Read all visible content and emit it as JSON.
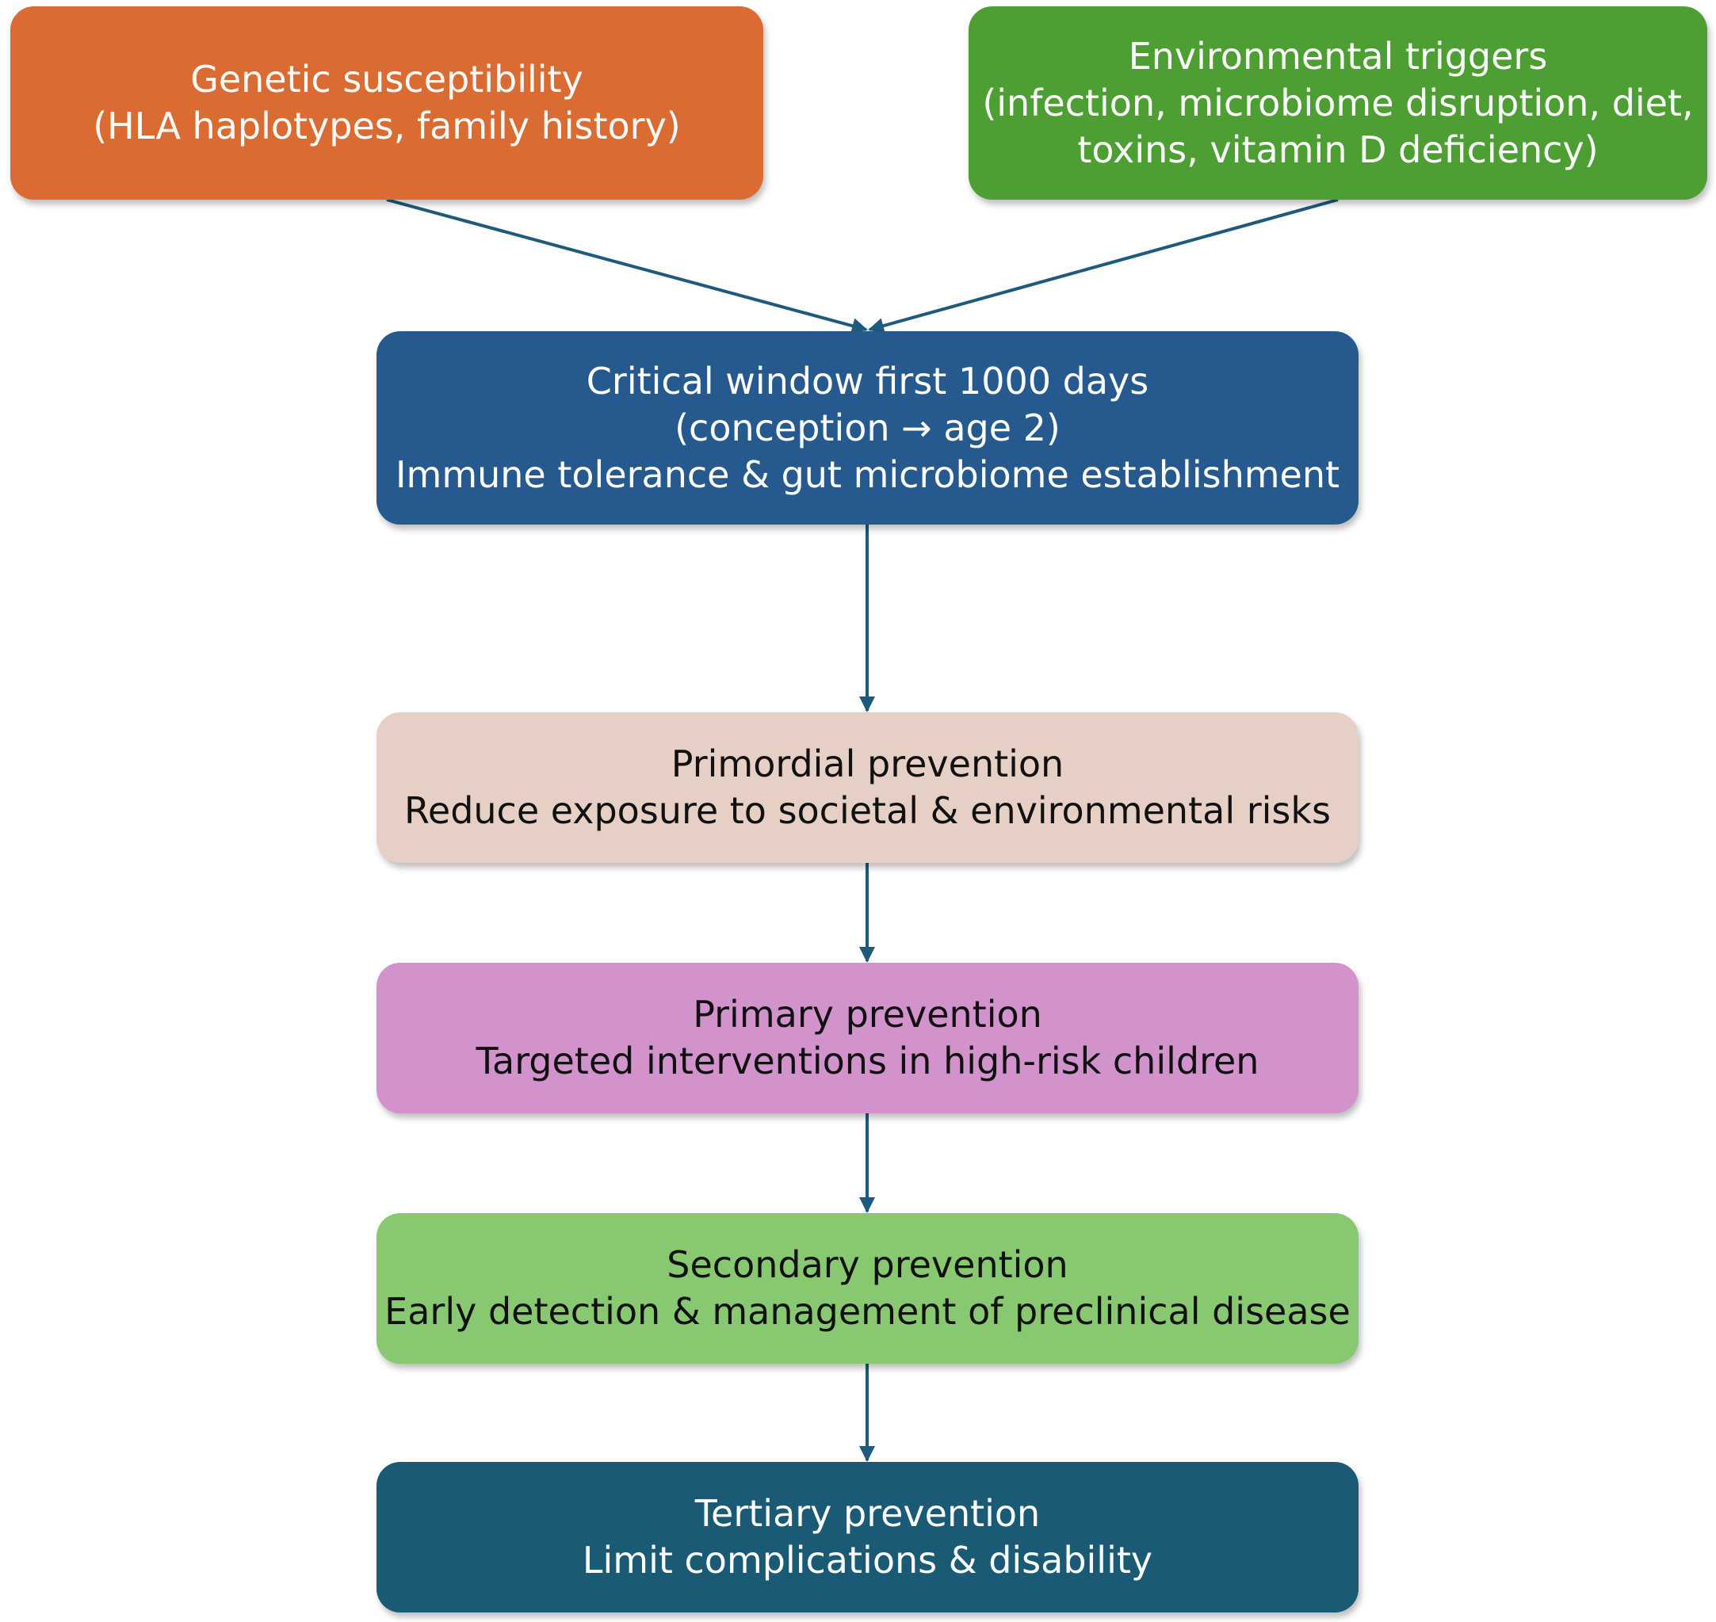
{
  "colors": {
    "genetic": "#d96b33",
    "environmental": "#4e9f33",
    "critical": "#265a8f",
    "primordial": "#e6d0c5",
    "primary": "#d293cc",
    "secondary": "#88c870",
    "tertiary": "#1a5a75",
    "arrow": "#1e5a7d"
  },
  "nodes": {
    "genetic": {
      "line1": "Genetic susceptibility",
      "line2": "(HLA haplotypes, family history)"
    },
    "environmental": {
      "line1": "Environmental triggers",
      "line2": "(infection, microbiome disruption, diet,",
      "line3": "toxins, vitamin D deficiency)"
    },
    "critical": {
      "line1": "Critical window first 1000 days",
      "line2": "(conception → age 2)",
      "line3": "Immune tolerance & gut microbiome establishment"
    },
    "primordial": {
      "line1": "Primordial prevention",
      "line2": "Reduce exposure to societal & environmental risks"
    },
    "primary": {
      "line1": "Primary prevention",
      "line2": "Targeted interventions in high-risk children"
    },
    "secondary": {
      "line1": "Secondary prevention",
      "line2": "Early detection & management of preclinical disease"
    },
    "tertiary": {
      "line1": "Tertiary prevention",
      "line2": "Limit complications & disability"
    }
  },
  "edges": [
    {
      "from": "genetic",
      "to": "critical"
    },
    {
      "from": "environmental",
      "to": "critical"
    },
    {
      "from": "critical",
      "to": "primordial"
    },
    {
      "from": "primordial",
      "to": "primary"
    },
    {
      "from": "primary",
      "to": "secondary"
    },
    {
      "from": "secondary",
      "to": "tertiary"
    }
  ]
}
